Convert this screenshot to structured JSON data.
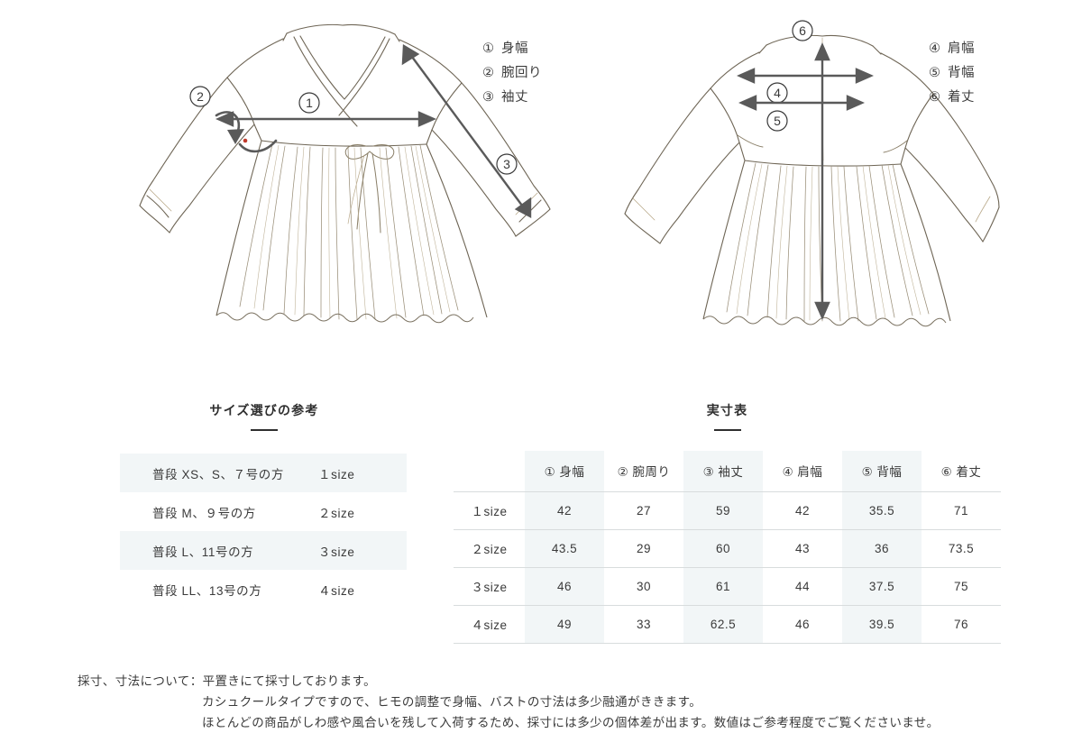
{
  "illustrations": {
    "front": {
      "view_name": "front-dress-illustration",
      "markers": [
        "1",
        "2",
        "3"
      ]
    },
    "back": {
      "view_name": "back-dress-illustration",
      "markers": [
        "4",
        "5",
        "6"
      ]
    }
  },
  "legend_front": {
    "items": [
      {
        "num": "①",
        "label": "身幅"
      },
      {
        "num": "②",
        "label": "腕回り"
      },
      {
        "num": "③",
        "label": "袖丈"
      }
    ]
  },
  "legend_back": {
    "items": [
      {
        "num": "④",
        "label": "肩幅"
      },
      {
        "num": "⑤",
        "label": "背幅"
      },
      {
        "num": "⑥",
        "label": "着丈"
      }
    ]
  },
  "guide_table": {
    "title": "サイズ選びの参考",
    "rows": [
      {
        "desc": "普段 XS、S、７号の方",
        "size": "１size"
      },
      {
        "desc": "普段 M、９号の方",
        "size": "２size"
      },
      {
        "desc": "普段 L、11号の方",
        "size": "３size"
      },
      {
        "desc": "普段 LL、13号の方",
        "size": "４size"
      }
    ]
  },
  "spec_table": {
    "title": "実寸表",
    "corner_label": "",
    "columns": [
      "① 身幅",
      "② 腕周り",
      "③ 袖丈",
      "④ 肩幅",
      "⑤ 背幅",
      "⑥ 着丈"
    ],
    "rows": [
      {
        "size": "１size",
        "values": [
          "42",
          "27",
          "59",
          "42",
          "35.5",
          "71"
        ]
      },
      {
        "size": "２size",
        "values": [
          "43.5",
          "29",
          "60",
          "43",
          "36",
          "73.5"
        ]
      },
      {
        "size": "３size",
        "values": [
          "46",
          "30",
          "61",
          "44",
          "37.5",
          "75"
        ]
      },
      {
        "size": "４size",
        "values": [
          "49",
          "33",
          "62.5",
          "46",
          "39.5",
          "76"
        ]
      }
    ]
  },
  "notes": {
    "lines": [
      "採寸、寸法について：平置きにて採寸しております。",
      "カシュクールタイプですので、ヒモの調整で身幅、バストの寸法は多少融通がききます。",
      "ほとんどの商品がしわ感や風合いを残して入荷するため、採寸には多少の個体差が出ます。数値はご参考程度でご覧くださいませ。"
    ]
  },
  "colors": {
    "tint": "#f2f6f7",
    "rule": "#d8dcdd",
    "text": "#3a3a3a",
    "arrow": "#5a5a5a",
    "sketch_line": "#6e6555",
    "sketch_warm": "#b9a98a",
    "marker_dot": "#c0392b"
  }
}
